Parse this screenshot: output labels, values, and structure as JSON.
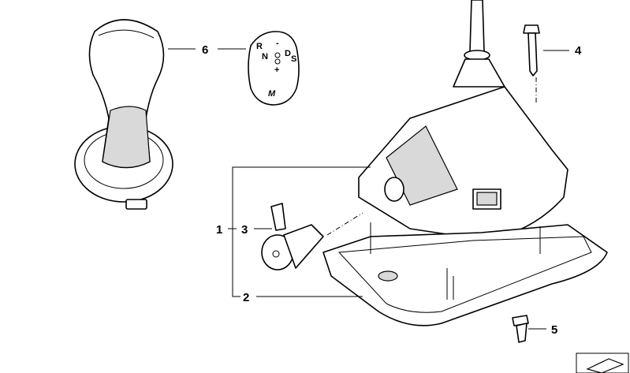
{
  "callouts": {
    "c1": "1",
    "c2": "2",
    "c3": "3",
    "c4": "4",
    "c5": "5",
    "c6": "6"
  },
  "shift_pattern": {
    "reverse": "R",
    "neutral": "N",
    "minus": "-",
    "drive": "D",
    "sport": "S",
    "plus": "+",
    "logo": "M"
  }
}
